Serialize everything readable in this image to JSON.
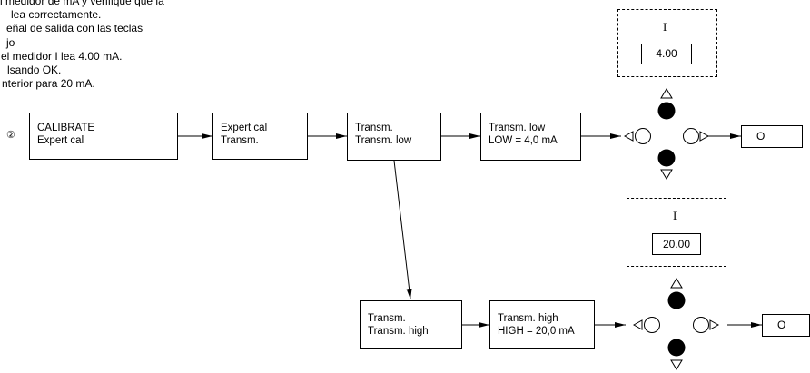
{
  "instructions": [
    "l medidor de mA y verifique que la",
    "lea correctamente.",
    "eñal de salida con las teclas",
    "jo",
    "el medidor I lea 4.00 mA.",
    "lsando OK.",
    "nterior para 20 mA."
  ],
  "step_marker": "②",
  "boxes": {
    "calibrate": {
      "line1": "CALIBRATE",
      "line2": "Expert cal"
    },
    "expert_cal": {
      "line1": "Expert cal",
      "line2": "Transm."
    },
    "transm_low_menu": {
      "line1": "Transm.",
      "line2": "Transm. low"
    },
    "transm_low_set": {
      "line1": "Transm. low",
      "line2": "LOW = 4,0 mA"
    },
    "transm_high_menu": {
      "line1": "Transm.",
      "line2": "Transm. high"
    },
    "transm_high_set": {
      "line1": "Transm. high",
      "line2": "HIGH = 20,0 mA"
    }
  },
  "meter_low": {
    "label": "I",
    "value": "4.00"
  },
  "meter_high": {
    "label": "I",
    "value": "20.00"
  },
  "output_low": "O",
  "output_high": "O"
}
